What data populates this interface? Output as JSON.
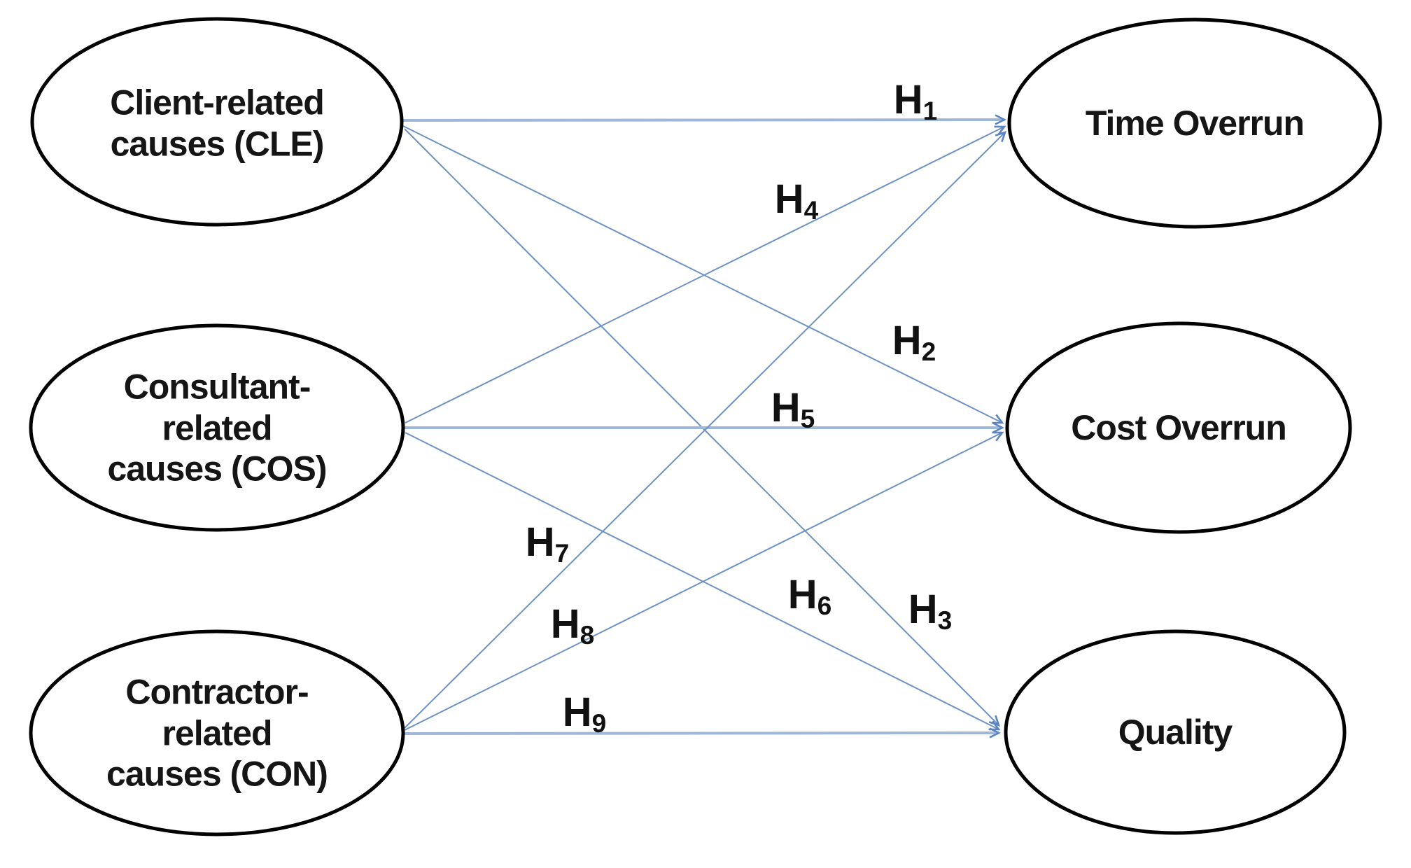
{
  "page": {
    "background": "#ffffff"
  },
  "diagram": {
    "type": "hypothesis-path-model",
    "nodes": {
      "cle": {
        "label": "Client-related\ncauses (CLE)"
      },
      "cos": {
        "label": "Consultant-\nrelated\ncauses (COS)"
      },
      "con": {
        "label": "Contractor-\nrelated\ncauses (CON)"
      },
      "time": {
        "label": "Time Overrun"
      },
      "cost": {
        "label": "Cost Overrun"
      },
      "quality": {
        "label": "Quality"
      }
    },
    "hypotheses": {
      "h1": {
        "main": "H",
        "sub": "1",
        "from": "CLE",
        "to": "Time Overrun"
      },
      "h2": {
        "main": "H",
        "sub": "2",
        "from": "CLE",
        "to": "Cost Overrun"
      },
      "h3": {
        "main": "H",
        "sub": "3",
        "from": "CLE",
        "to": "Quality"
      },
      "h4": {
        "main": "H",
        "sub": "4",
        "from": "COS",
        "to": "Time Overrun"
      },
      "h5": {
        "main": "H",
        "sub": "5",
        "from": "COS",
        "to": "Cost Overrun"
      },
      "h6": {
        "main": "H",
        "sub": "6",
        "from": "COS",
        "to": "Quality"
      },
      "h7": {
        "main": "H",
        "sub": "7",
        "from": "CON",
        "to": "Time Overrun"
      },
      "h8": {
        "main": "H",
        "sub": "8",
        "from": "CON",
        "to": "Cost Overrun"
      },
      "h9": {
        "main": "H",
        "sub": "9",
        "from": "CON",
        "to": "Quality"
      }
    },
    "colors": {
      "node_border": "#000000",
      "node_fill": "#ffffff",
      "arrow_line": "#6c92c6",
      "arrow_line_horizontal": "#9fb8da",
      "arrow_head": "#5b84c2",
      "label_text": "#151515"
    }
  }
}
